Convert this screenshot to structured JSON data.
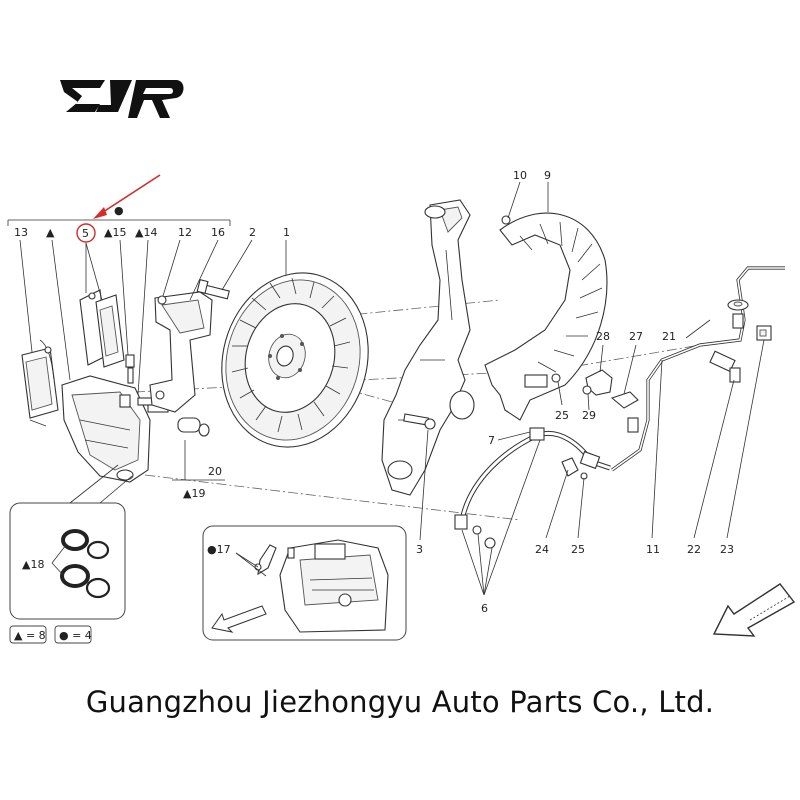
{
  "logo": {
    "text": "EJR",
    "icon": "ejr-logo"
  },
  "company_name": "Guangzhou Jiezhongyu Auto Parts Co., Ltd.",
  "group_bracket": {
    "symbol": "●"
  },
  "callouts": {
    "c13": "13",
    "c_tri": "▲",
    "c5": "5",
    "c15": "▲15",
    "c14": "▲14",
    "c12": "12",
    "c16": "16",
    "c2": "2",
    "c1": "1",
    "c10": "10",
    "c9": "9",
    "c28": "28",
    "c27": "27",
    "c21": "21",
    "c25a": "25",
    "c29": "29",
    "c7": "7",
    "c20": "20",
    "c19": "▲19",
    "c3": "3",
    "c24": "24",
    "c25b": "25",
    "c11": "11",
    "c22": "22",
    "c23": "23",
    "c6": "6",
    "c17": "●17",
    "c18": "▲18"
  },
  "legend": {
    "triangle": "▲ = 8",
    "dot": "● = 4"
  },
  "highlight": {
    "part": "5",
    "color": "#d42b2b"
  }
}
